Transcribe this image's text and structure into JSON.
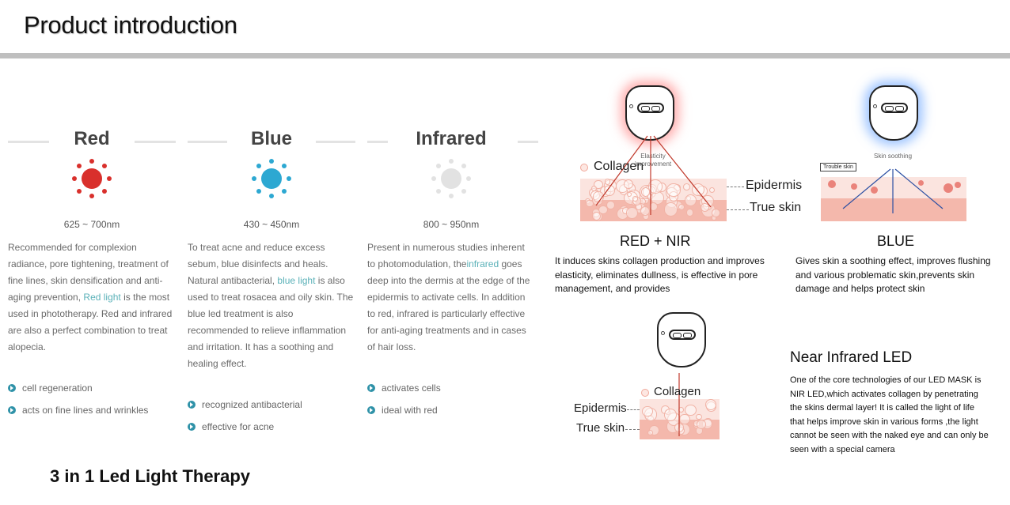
{
  "header": {
    "title": "Product introduction"
  },
  "columns": [
    {
      "name": "Red",
      "color": "#d9302c",
      "wavelength": "625 ~ 700nm",
      "desc_a": "Recommended for complexion radiance, pore tightening, treatment of fine lines, skin densification and anti-aging prevention, ",
      "desc_hl": "Red light",
      "desc_b": " is the most used in phototherapy. Red and infrared are also a perfect combination to treat alopecia.",
      "bullets": [
        "cell regeneration",
        "acts on fine lines and wrinkles"
      ]
    },
    {
      "name": "Blue",
      "color": "#2da8d2",
      "wavelength": "430 ~ 450nm",
      "desc_a": "To treat acne and reduce excess sebum, blue disinfects and heals. Natural antibacterial, ",
      "desc_hl": "blue light",
      "desc_b": " is also used to treat rosacea and oily skin. The blue led treatment is also recommended to relieve inflammation and irritation. It has a soothing and healing effect.",
      "bullets": [
        "recognized antibacterial",
        "effective for acne"
      ]
    },
    {
      "name": "Infrared",
      "color": "#e2e2e2",
      "wavelength": "800 ~ 950nm",
      "desc_a": "Present in numerous studies inherent to photomodulation, the",
      "desc_hl": "infrared",
      "desc_b": " goes deep into the dermis at the edge of the epidermis to activate cells. In addition to red, infrared is particularly effective for anti-aging treatments and in cases of hair loss.",
      "bullets": [
        "activates cells",
        "ideal with red"
      ]
    }
  ],
  "subtitle": "3 in 1 Led Light Therapy",
  "red_nir": {
    "collagen": "Collagen",
    "elasticity": "Elasticity improvement",
    "epidermis": "Epidermis",
    "true_skin": "True skin",
    "title": "RED + NIR",
    "text": "It induces skins collagen production and improves elasticity, eliminates dullness, is effective in pore management, and provides"
  },
  "blue_panel": {
    "trouble": "Trouble skin",
    "soothing": "Skin soothing",
    "title": "BLUE",
    "text": "Gives skin a soothing effect, improves flushing and various problematic skin,prevents skin damage and helps protect skin"
  },
  "nir_panel": {
    "collagen": "Collagen",
    "epidermis": "Epidermis",
    "true_skin": "True skin",
    "title": "Near Infrared LED",
    "text": "One of the core technologies of our LED MASK is NIR LED,which activates collagen by penetrating the skins dermal layer! It is called the light of life that helps improve skin in various forms ,the light cannot be seen with the naked eye and can only be seen with a special camera"
  },
  "icons": [
    "red-light-icon",
    "blue-light-icon",
    "infrared-light-icon",
    "bullet-arrow-icon",
    "led-mask-icon"
  ]
}
